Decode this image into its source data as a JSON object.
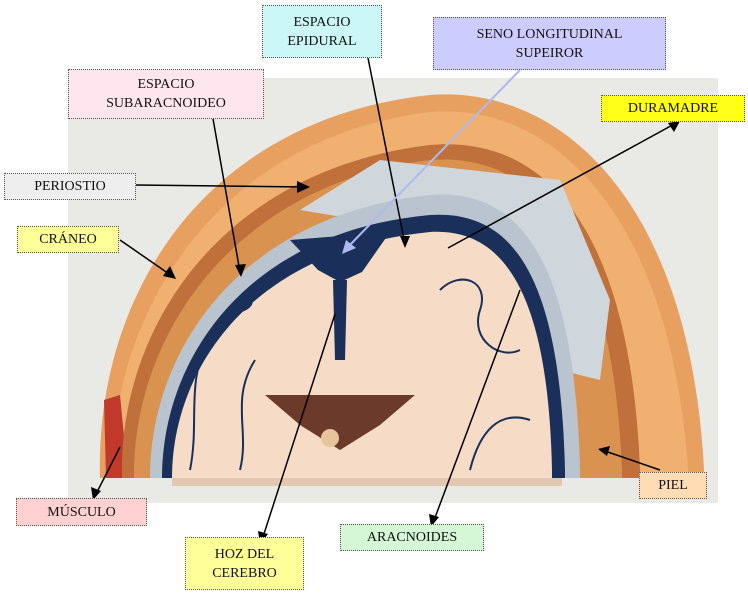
{
  "labels": {
    "espacio_epidural": "ESPACIO\nEPIDURAL",
    "seno_longitudinal_superior": "SENO LONGITUDINAL\nSUPEIROR",
    "espacio_subaracnoideo": "ESPACIO\nSUBARACNOIDEO",
    "duramadre": "DURAMADRE",
    "periostio": "PERIOSTIO",
    "craneo": "CRÁNEO",
    "musculo": "MÚSCULO",
    "hoz_del_cerebro": "HOZ DEL\nCEREBRO",
    "aracnoides": "ARACNOIDES",
    "piel": "PIEL"
  },
  "colors": {
    "espacio_epidural": "#ccf7f7",
    "seno_longitudinal_superior": "#ccccff",
    "espacio_subaracnoideo": "#ffe6ee",
    "duramadre": "#ffff1a",
    "periostio": "#eeeeee",
    "craneo": "#ffff99",
    "musculo": "#ffd1d1",
    "hoz_del_cerebro": "#ffff99",
    "aracnoides": "#d5f7d5",
    "piel": "#ffdcb4",
    "skin": "#e8a060",
    "bone": "#c0703a",
    "dura": "#cfd6dc",
    "brain": "#f6dcc6",
    "pia_vessels": "#1a2f5a"
  }
}
